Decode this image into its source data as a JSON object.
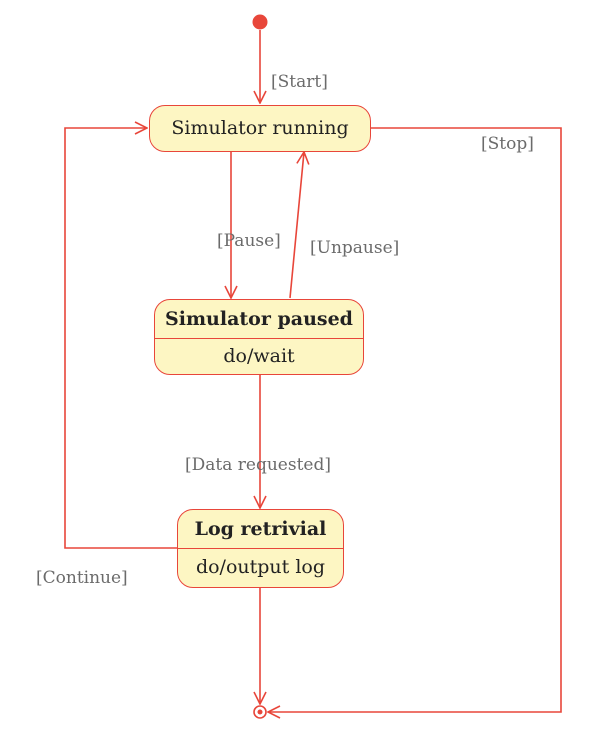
{
  "diagram": {
    "colors": {
      "line": "#e8463a",
      "state_fill": "#fdf6c3",
      "label": "#6b6b6b",
      "text": "#222222"
    },
    "states": {
      "running": {
        "name": "Simulator running"
      },
      "paused": {
        "name": "Simulator paused",
        "activity": "do/wait"
      },
      "log": {
        "name": "Log retrivial",
        "activity": "do/output log"
      }
    },
    "transitions": {
      "start": "[Start]",
      "stop": "[Stop]",
      "pause": "[Pause]",
      "unpause": "[Unpause]",
      "data": "[Data requested]",
      "continue": "[Continue]"
    }
  }
}
